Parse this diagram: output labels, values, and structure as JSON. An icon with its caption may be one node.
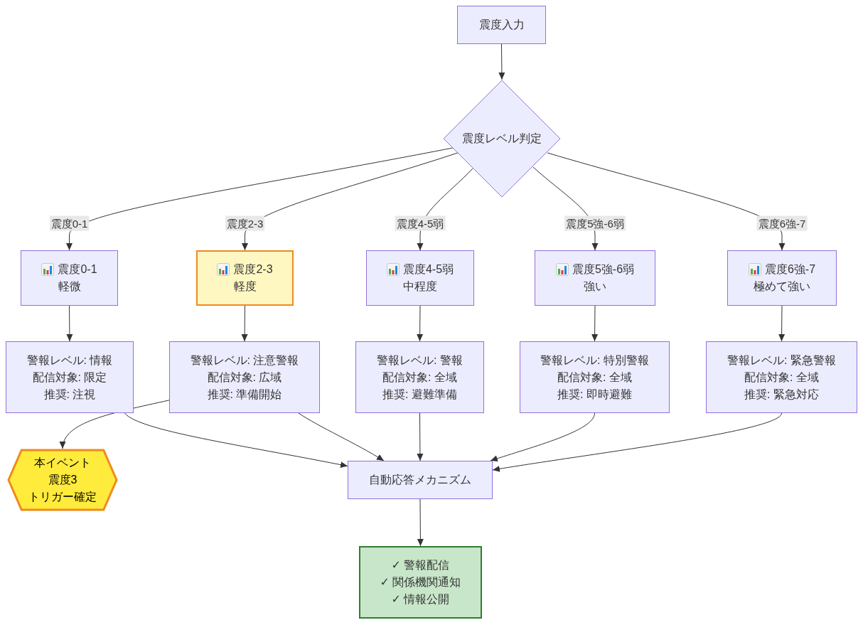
{
  "diagram": {
    "nodes": [
      {
        "text": [
          "震度入力"
        ]
      },
      {
        "text": [
          "震度レベル判定"
        ]
      },
      {
        "text": [
          "震度0-1",
          "軽微"
        ]
      },
      {
        "text": [
          "震度2-3",
          "軽度"
        ]
      },
      {
        "text": [
          "震度4-5弱",
          "中程度"
        ]
      },
      {
        "text": [
          "震度5強-6弱",
          "強い"
        ]
      },
      {
        "text": [
          "震度6強-7",
          "極めて強い"
        ]
      },
      {
        "text": [
          "警報レベル: 情報",
          "配信対象: 限定",
          "推奨: 注視"
        ]
      },
      {
        "text": [
          "警報レベル: 注意警報",
          "配信対象: 広域",
          "推奨: 準備開始"
        ]
      },
      {
        "text": [
          "警報レベル: 警報",
          "配信対象: 全域",
          "推奨: 避難準備"
        ]
      },
      {
        "text": [
          "警報レベル: 特別警報",
          "配信対象: 全域",
          "推奨: 即時避難"
        ]
      },
      {
        "text": [
          "警報レベル: 緊急警報",
          "配信対象: 全域",
          "推奨: 緊急対応"
        ]
      },
      {
        "text": [
          "本イベント",
          "震度3",
          "トリガー確定"
        ]
      },
      {
        "text": [
          "自動応答メカニズム"
        ]
      },
      {
        "text": [
          "✓ 警報配信",
          "✓ 関係機関通知",
          "✓ 情報公開"
        ]
      }
    ],
    "edges": [
      {
        "from": 0,
        "to": 1,
        "arrow": "to"
      },
      {
        "from": 1,
        "to": 2,
        "arrow": "to",
        "label": "震度0-1"
      },
      {
        "from": 1,
        "to": 3,
        "arrow": "to",
        "label": "震度2-3"
      },
      {
        "from": 1,
        "to": 4,
        "arrow": "to",
        "label": "震度4-5弱"
      },
      {
        "from": 1,
        "to": 5,
        "arrow": "to",
        "label": "震度5強-6弱"
      },
      {
        "from": 1,
        "to": 6,
        "arrow": "to",
        "label": "震度6強-7"
      },
      {
        "from": 2,
        "to": 7,
        "arrow": "to"
      },
      {
        "from": 3,
        "to": 8,
        "arrow": "to"
      },
      {
        "from": 4,
        "to": 9,
        "arrow": "to"
      },
      {
        "from": 5,
        "to": 10,
        "arrow": "to"
      },
      {
        "from": 6,
        "to": 11,
        "arrow": "to"
      },
      {
        "from": 7,
        "to": 13,
        "arrow": "to"
      },
      {
        "from": 8,
        "to": 13,
        "arrow": "to"
      },
      {
        "from": 9,
        "to": 13,
        "arrow": "to"
      },
      {
        "from": 10,
        "to": 13,
        "arrow": "to"
      },
      {
        "from": 11,
        "to": 13,
        "arrow": "to"
      },
      {
        "from": 13,
        "to": 14,
        "arrow": "to"
      },
      {
        "from": 8,
        "to": 12,
        "arrow": "to"
      }
    ]
  }
}
